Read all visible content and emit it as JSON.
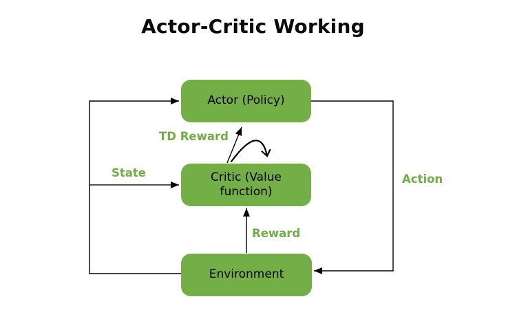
{
  "title": "Actor-Critic Working",
  "colors": {
    "background": "#ffffff",
    "node_fill": "#74ae47",
    "node_text": "#000000",
    "edge_label_text": "#70ad47",
    "line": "#000000"
  },
  "nodes": [
    {
      "id": "actor",
      "label": "Actor (Policy)"
    },
    {
      "id": "critic",
      "label": "Critic (Value function)"
    },
    {
      "id": "environment",
      "label": "Environment"
    }
  ],
  "edges": [
    {
      "id": "env-to-actor",
      "from": "environment",
      "to": "actor",
      "label": "",
      "style": "orthogonal-arrow"
    },
    {
      "id": "env-to-critic-state",
      "from": "environment",
      "to": "critic",
      "label": "State",
      "style": "orthogonal-arrow"
    },
    {
      "id": "critic-to-actor-td",
      "from": "critic",
      "to": "actor",
      "label": "TD Reward",
      "style": "straight-arrow"
    },
    {
      "id": "critic-self-loop",
      "from": "critic",
      "to": "critic",
      "label": "",
      "style": "curved-open-arrow"
    },
    {
      "id": "env-to-critic-reward",
      "from": "environment",
      "to": "critic",
      "label": "Reward",
      "style": "straight-arrow"
    },
    {
      "id": "actor-to-env-action",
      "from": "actor",
      "to": "environment",
      "label": "Action",
      "style": "orthogonal-arrow"
    }
  ]
}
